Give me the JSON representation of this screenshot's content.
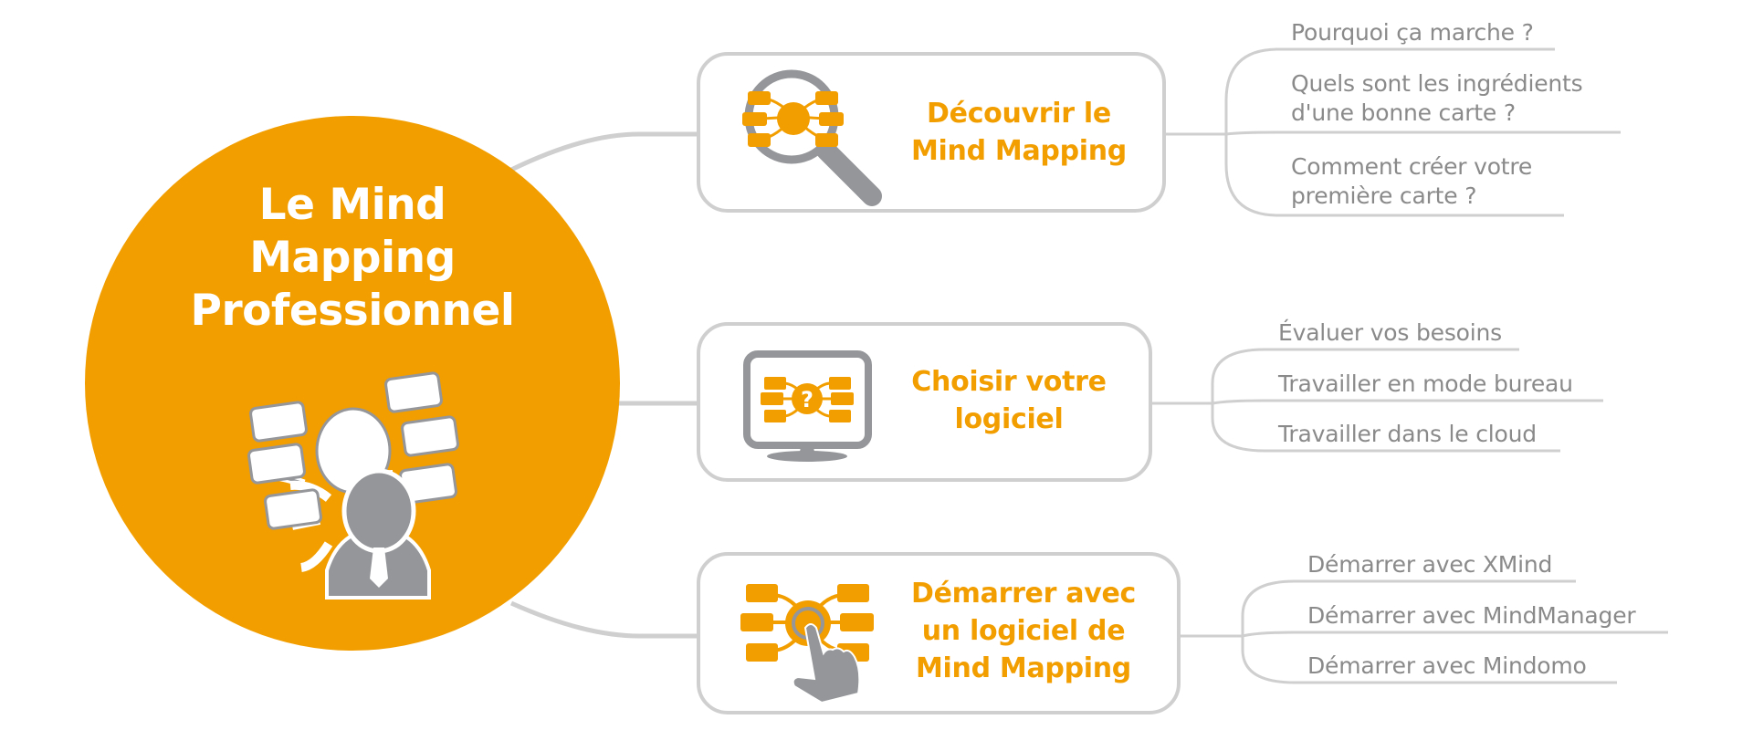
{
  "colors": {
    "accent": "#f29e00",
    "connector": "#cfcfcf",
    "icon_gray": "#949699",
    "sub_text": "#8a8a8a"
  },
  "central": {
    "title_lines": [
      "Le Mind",
      "Mapping",
      "Professionnel"
    ],
    "icon": "mind-map-person-icon"
  },
  "branches": [
    {
      "label_lines": [
        "Découvrir le",
        "Mind Mapping"
      ],
      "icon": "magnifier-mind-map-icon",
      "subtopics": [
        {
          "lines": [
            "Pourquoi ça marche ?"
          ]
        },
        {
          "lines": [
            "Quels sont les ingrédients",
            "d'une bonne carte ?"
          ]
        },
        {
          "lines": [
            "Comment créer votre",
            "première carte ?"
          ]
        }
      ]
    },
    {
      "label_lines": [
        "Choisir votre",
        "logiciel"
      ],
      "icon": "monitor-question-mind-map-icon",
      "subtopics": [
        {
          "lines": [
            "Évaluer vos besoins"
          ]
        },
        {
          "lines": [
            "Travailler en mode bureau"
          ]
        },
        {
          "lines": [
            "Travailler dans le cloud"
          ]
        }
      ]
    },
    {
      "label_lines": [
        "Démarrer avec",
        "un logiciel de",
        "Mind Mapping"
      ],
      "icon": "hand-touch-mind-map-icon",
      "subtopics": [
        {
          "lines": [
            "Démarrer avec XMind"
          ]
        },
        {
          "lines": [
            "Démarrer avec MindManager"
          ]
        },
        {
          "lines": [
            "Démarrer avec Mindomo"
          ]
        }
      ]
    }
  ]
}
